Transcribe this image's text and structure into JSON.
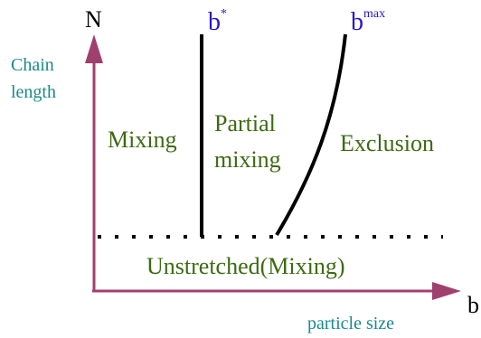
{
  "axes": {
    "y_axis_symbol": "N",
    "y_axis_label_line1": "Chain",
    "y_axis_label_line2": "length",
    "x_axis_symbol": "b",
    "x_axis_label": "particle size"
  },
  "boundaries": {
    "b_star_base": "b",
    "b_star_sup": "*",
    "b_max_base": "b",
    "b_max_sup": "max"
  },
  "regions": {
    "mixing": "Mixing",
    "partial_line1": "Partial",
    "partial_line2": "mixing",
    "exclusion": "Exclusion",
    "unstretched": "Unstretched(Mixing)"
  },
  "colors": {
    "axis": "#a0406e",
    "axis_label": "#1a8a8a",
    "region_text": "#3d6a12",
    "boundary_label": "#2a17c8",
    "lines": "#000000"
  }
}
